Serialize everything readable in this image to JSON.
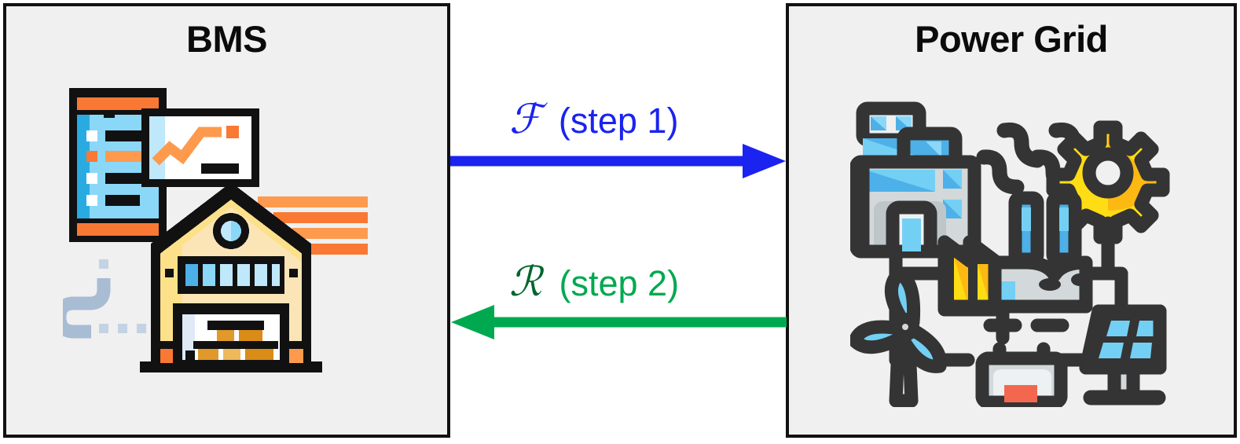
{
  "diagram": {
    "type": "two-node-bidirectional-flow",
    "background": "#ffffff"
  },
  "panels": {
    "left": {
      "title": "BMS",
      "border_color": "#111111",
      "fill_color": "#f0f0f0",
      "icon_name": "bms-dashboard-warehouse-icon"
    },
    "right": {
      "title": "Power Grid",
      "border_color": "#111111",
      "fill_color": "#f0f0f0",
      "icon_name": "power-grid-icon"
    }
  },
  "arrows": [
    {
      "id": "forward",
      "direction": "left-to-right",
      "symbol": "ℱ",
      "step_label": "(step 1)",
      "color": "#1a23ef",
      "symbol_color": "#1a23ef"
    },
    {
      "id": "reverse",
      "direction": "right-to-left",
      "symbol": "ℛ",
      "step_label": "(step 2)",
      "color": "#00a94f",
      "symbol_color": "#00662e"
    }
  ],
  "palette": {
    "blue_arrow": "#1a23ef",
    "green_arrow": "#00a94f",
    "green_symbol": "#00662e",
    "panel_fill": "#f0f0f0",
    "panel_border": "#111111",
    "icon_dark": "#343434",
    "icon_yellow": "#ffdd15",
    "icon_gold": "#fdb913",
    "icon_orange": "#f97834",
    "icon_orange_light": "#fd9a4e",
    "icon_blue": "#4db0e8",
    "icon_blue_light": "#8ad7f8",
    "icon_blue_pale": "#bfe8fb",
    "icon_gray": "#d3d8db",
    "icon_gray_dark": "#9aa3a8",
    "icon_cream": "#fbe5b6",
    "icon_yellow_soft": "#fde18a",
    "icon_red": "#f4674f",
    "icon_dash": "#a8bcd4",
    "icon_dash_light": "#c3d3e4"
  }
}
